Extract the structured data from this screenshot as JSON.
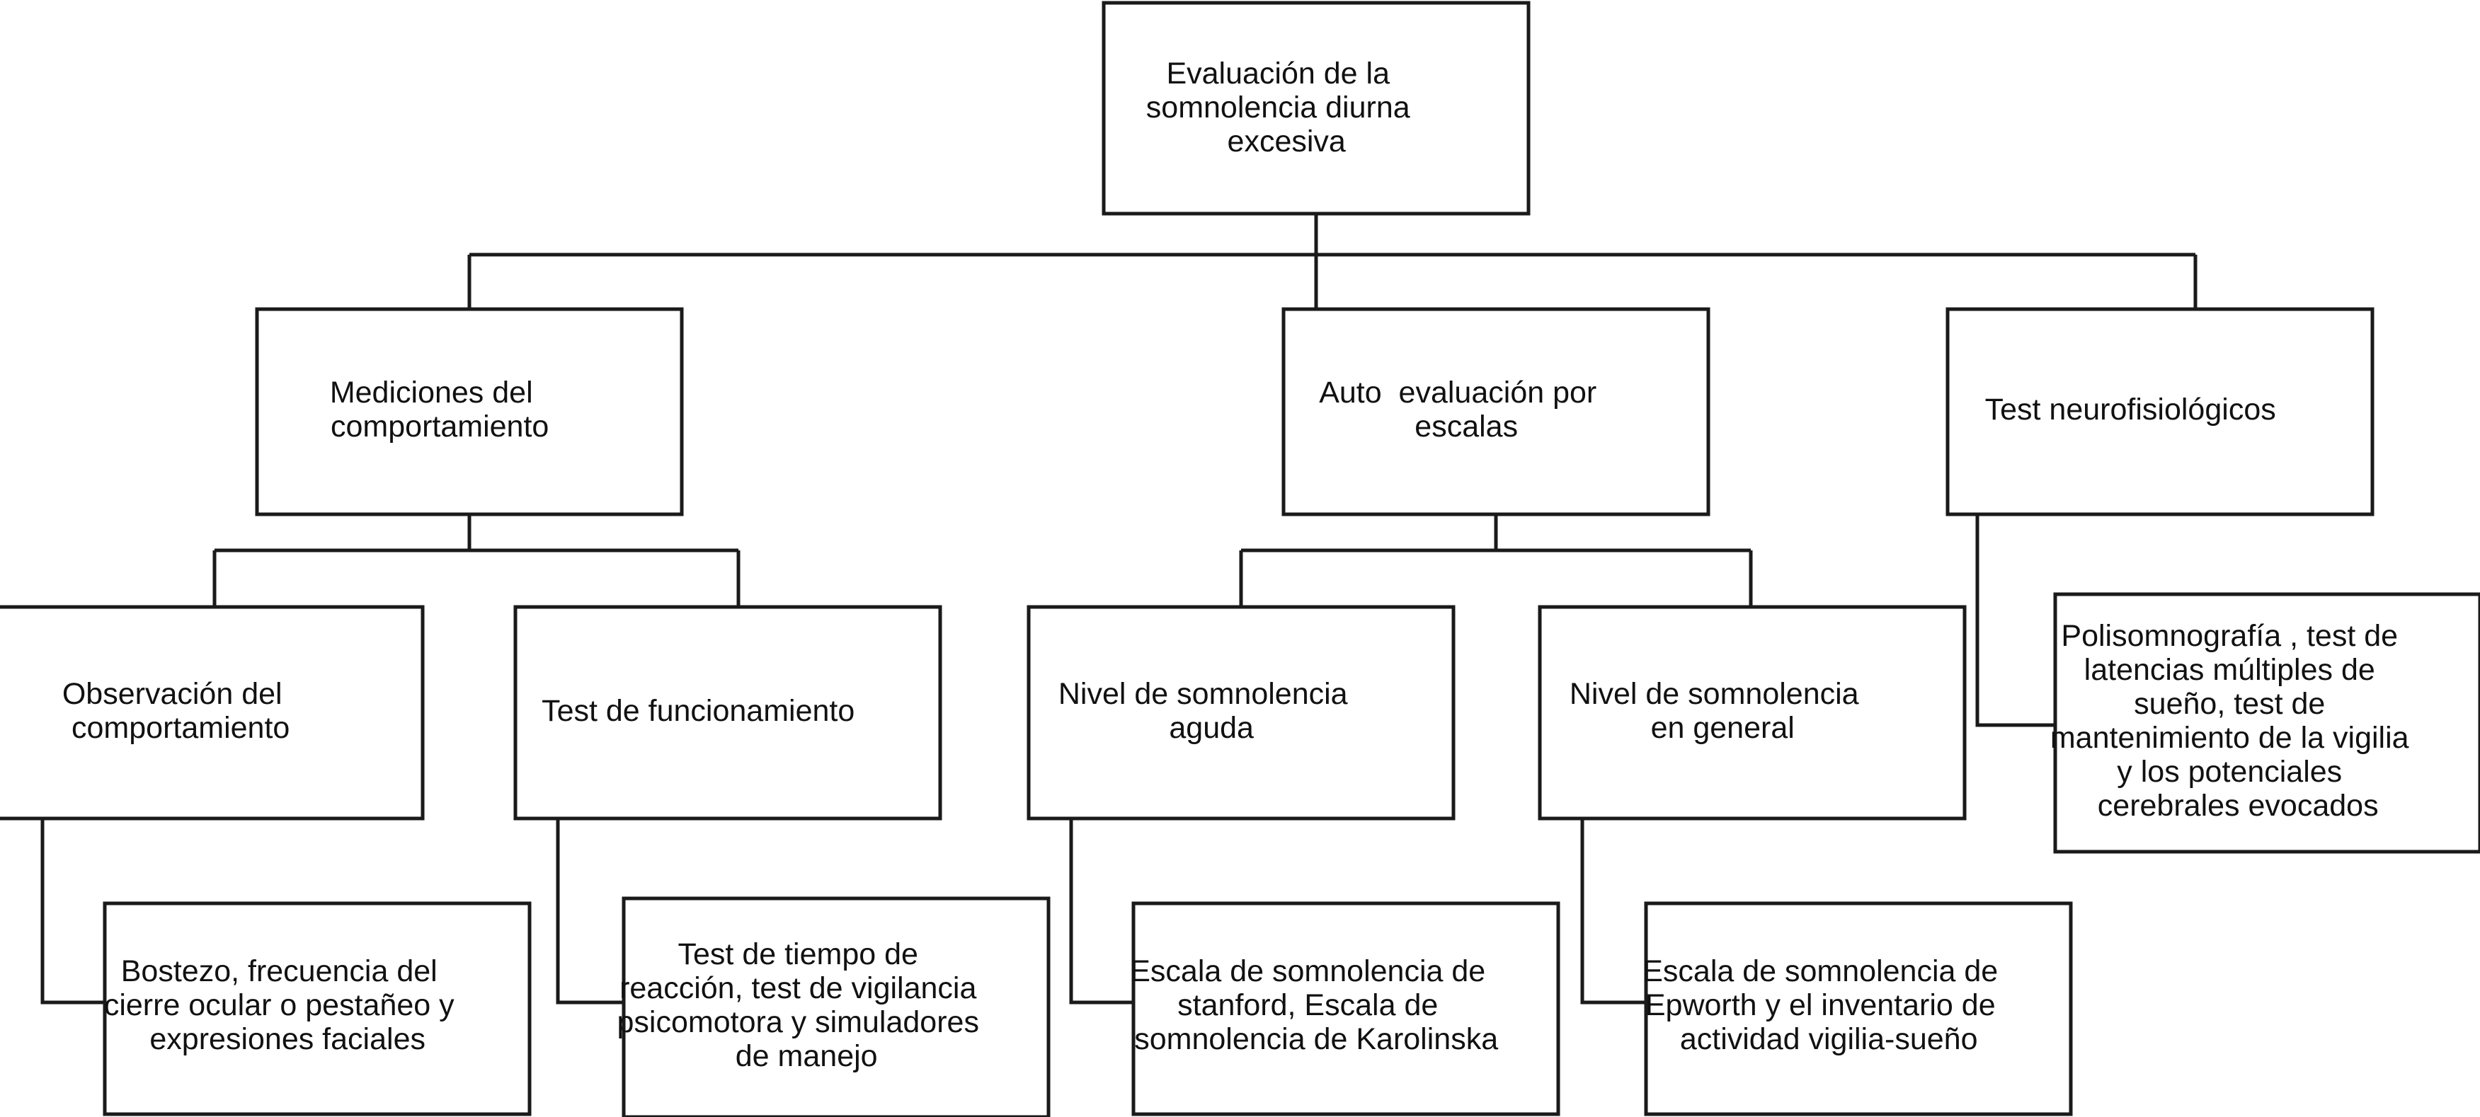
{
  "diagram": {
    "title_text": "Evaluación de la somnolencia diurna excesiva",
    "type": "hierarchical-flowchart",
    "orientation": "top-down",
    "colors": {
      "background": "#ffffff",
      "box_fill": "#ffffff",
      "stroke": "#1a1a1a",
      "text": "#111111"
    },
    "nodes": {
      "root": {
        "id": "root",
        "level": 0,
        "lines": [
          "Evaluación de la",
          "somnolencia diurna",
          "excesiva"
        ]
      },
      "branch_behavior": {
        "id": "branch-behavior",
        "level": 1,
        "lines": [
          "Mediciones del",
          "comportamiento"
        ]
      },
      "branch_selfeval": {
        "id": "branch-selfeval",
        "level": 1,
        "lines": [
          "Auto  evaluación por",
          "escalas"
        ]
      },
      "branch_neuro": {
        "id": "branch-neuro",
        "level": 1,
        "lines": [
          "Test neurofisiológicos"
        ]
      },
      "obs_behavior": {
        "id": "obs-behavior",
        "level": 2,
        "lines": [
          "Observación del",
          "comportamiento"
        ]
      },
      "perf_test": {
        "id": "performance-test",
        "level": 2,
        "lines": [
          "Test de funcionamiento"
        ]
      },
      "acute_level": {
        "id": "acute-sleepiness-level",
        "level": 2,
        "lines": [
          "Nivel de somnolencia",
          "aguda"
        ]
      },
      "general_level": {
        "id": "general-sleepiness-level",
        "level": 2,
        "lines": [
          "Nivel de somnolencia",
          "en general"
        ]
      },
      "neuro_detail": {
        "id": "neuro-detail",
        "level": 2,
        "lines": [
          "Polisomnografía , test de",
          "latencias múltiples de",
          "sueño, test de",
          "mantenimiento de la vigilia",
          "y los potenciales",
          "cerebrales evocados"
        ]
      },
      "obs_detail": {
        "id": "observation-detail",
        "level": 3,
        "lines": [
          "Bostezo, frecuencia del",
          "cierre ocular o pestañeo y",
          "expresiones faciales"
        ]
      },
      "perf_detail": {
        "id": "performance-detail",
        "level": 3,
        "lines": [
          "Test de tiempo de",
          "reacción, test de vigilancia",
          "psicomotora y simuladores",
          "de manejo"
        ]
      },
      "acute_detail": {
        "id": "acute-detail",
        "level": 3,
        "lines": [
          "Escala de somnolencia de",
          "stanford, Escala de",
          "somnolencia de Karolinska"
        ]
      },
      "general_detail": {
        "id": "general-detail",
        "level": 3,
        "lines": [
          "Escala de somnolencia de",
          "Epworth y el inventario de",
          "actividad vigilia-sueño"
        ]
      }
    },
    "edges": [
      {
        "from": "root",
        "to": "branch_behavior"
      },
      {
        "from": "root",
        "to": "branch_selfeval"
      },
      {
        "from": "root",
        "to": "branch_neuro"
      },
      {
        "from": "branch_behavior",
        "to": "obs_behavior"
      },
      {
        "from": "branch_behavior",
        "to": "perf_test"
      },
      {
        "from": "branch_selfeval",
        "to": "acute_level"
      },
      {
        "from": "branch_selfeval",
        "to": "general_level"
      },
      {
        "from": "branch_neuro",
        "to": "neuro_detail"
      },
      {
        "from": "obs_behavior",
        "to": "obs_detail"
      },
      {
        "from": "perf_test",
        "to": "perf_detail"
      },
      {
        "from": "acute_level",
        "to": "acute_detail"
      },
      {
        "from": "general_level",
        "to": "general_detail"
      }
    ]
  }
}
